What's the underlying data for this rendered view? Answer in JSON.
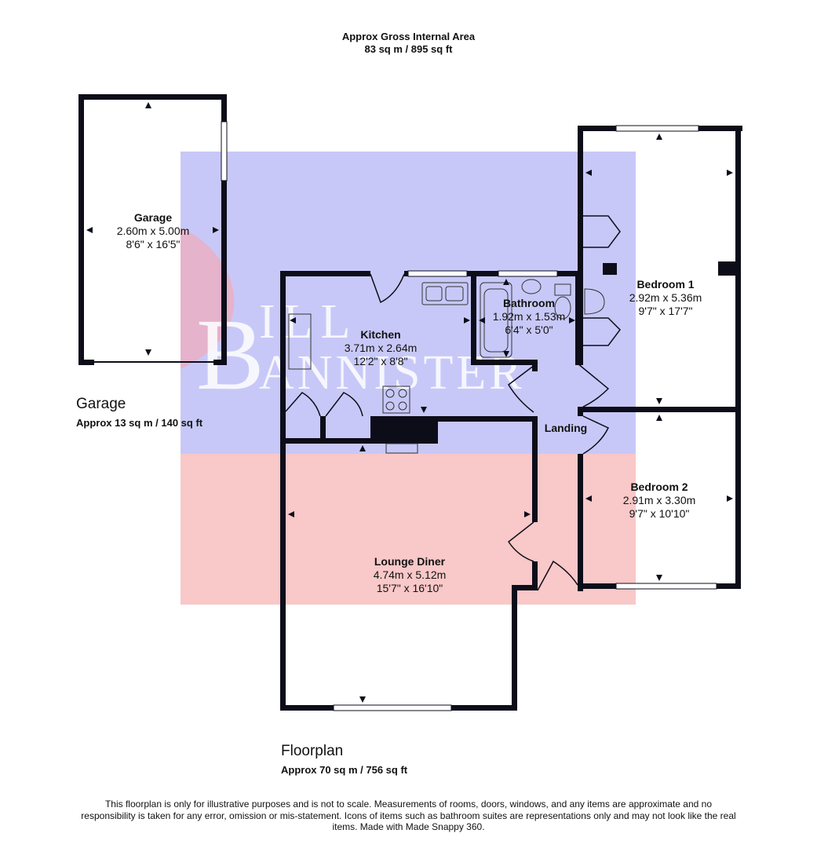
{
  "header": {
    "title": "Approx Gross Internal Area",
    "area": "83 sq m / 895 sq ft"
  },
  "watermark": {
    "text_line1": "BILL",
    "text_line2": "BANNISTER",
    "colors": {
      "blue": "#c8c8f8",
      "pink": "#f9c8c8"
    }
  },
  "garage_section": {
    "title": "Garage",
    "area": "Approx 13 sq m / 140 sq ft"
  },
  "floorplan_section": {
    "title": "Floorplan",
    "area": "Approx 70 sq m / 756 sq ft"
  },
  "rooms": {
    "garage": {
      "name": "Garage",
      "metric": "2.60m x 5.00m",
      "imperial": "8'6\" x 16'5\""
    },
    "kitchen": {
      "name": "Kitchen",
      "metric": "3.71m x 2.64m",
      "imperial": "12'2\" x 8'8\""
    },
    "bathroom": {
      "name": "Bathroom",
      "metric": "1.92m x 1.53m",
      "imperial": "6'4\" x 5'0\""
    },
    "bedroom1": {
      "name": "Bedroom 1",
      "metric": "2.92m x 5.36m",
      "imperial": "9'7\" x 17'7\""
    },
    "bedroom2": {
      "name": "Bedroom 2",
      "metric": "2.91m x 3.30m",
      "imperial": "9'7\" x 10'10\""
    },
    "landing": {
      "name": "Landing"
    },
    "lounge": {
      "name": "Lounge Diner",
      "metric": "4.74m x 5.12m",
      "imperial": "15'7\" x 16'10\""
    }
  },
  "disclaimer": "This floorplan is only for illustrative purposes and is not to scale. Measurements of rooms, doors, windows, and any items are approximate and no responsibility is taken for any error, omission or mis-statement. Icons of items such as bathroom suites are representations only and may not look like the real items. Made with Made Snappy 360.",
  "colors": {
    "wall": "#0d0d1a"
  }
}
